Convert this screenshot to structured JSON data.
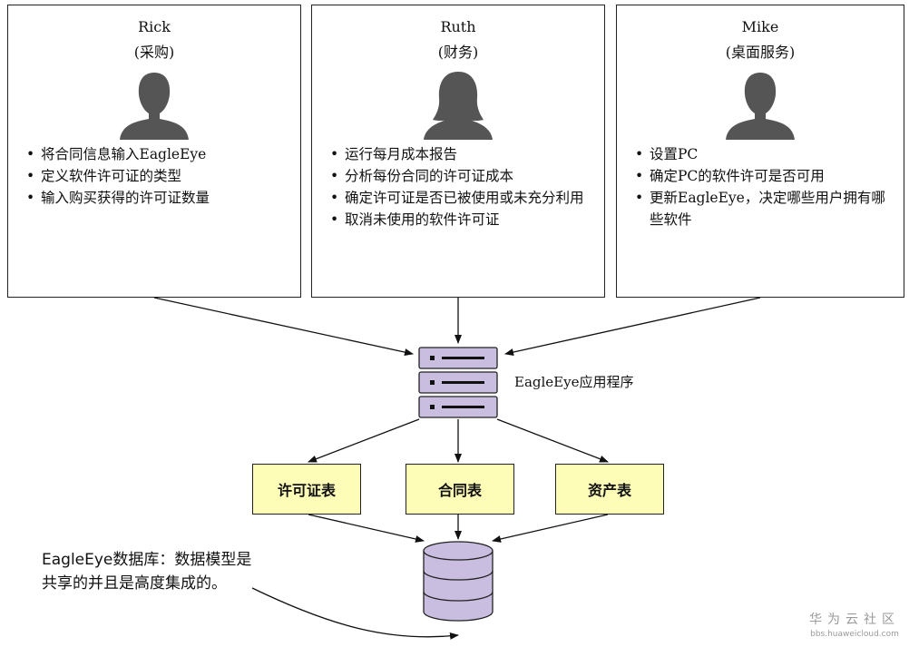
{
  "people": [
    {
      "name": "Rick",
      "role": "(采购)",
      "tasks": [
        "将合同信息输入EagleEye",
        "定义软件许可证的类型",
        "输入购买获得的许可证数量"
      ]
    },
    {
      "name": "Ruth",
      "role": "(财务)",
      "tasks": [
        "运行每月成本报告",
        "分析每份合同的许可证成本",
        "确定许可证是否已被使用或未充分利用",
        "取消未使用的软件许可证"
      ]
    },
    {
      "name": "Mike",
      "role": "(桌面服务)",
      "tasks": [
        "设置PC",
        "确定PC的软件许可是否可用",
        "更新EagleEye，决定哪些用户拥有哪些软件"
      ]
    }
  ],
  "server": {
    "label": "EagleEye应用程序"
  },
  "tables": [
    "许可证表",
    "合同表",
    "资产表"
  ],
  "database": {
    "note": "EagleEye数据库：数据模型是共享的并且是高度集成的。"
  },
  "watermark": {
    "main": "华为云社区",
    "sub": "bbs.huaweicloud.com"
  },
  "colors": {
    "server": "#c9bde0",
    "database": "#c9bde0",
    "table": "#fdfdb8",
    "avatar": "#555555",
    "line": "#111111"
  }
}
